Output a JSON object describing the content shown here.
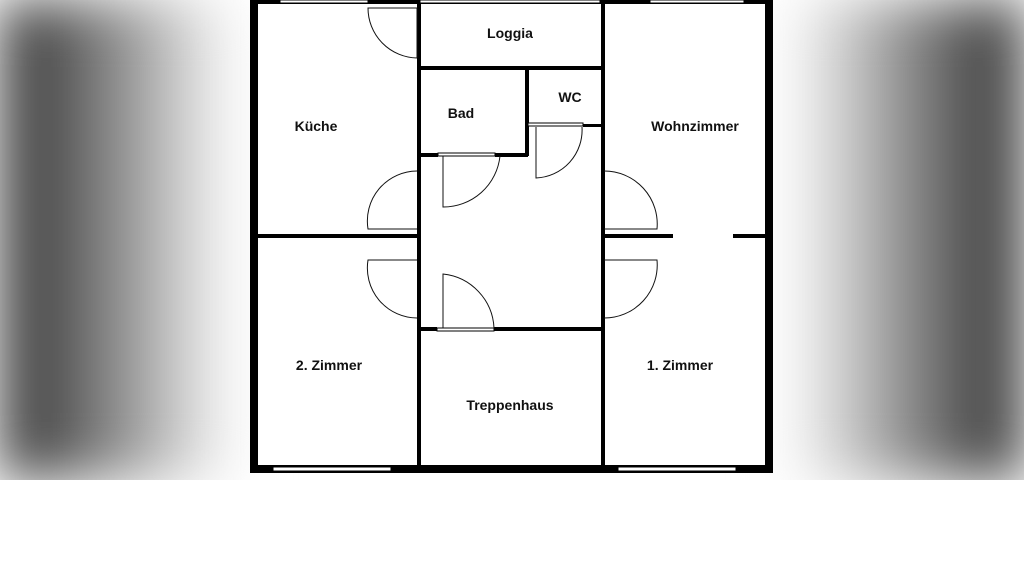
{
  "floorplan": {
    "rooms": {
      "loggia": "Loggia",
      "kueche": "Küche",
      "bad": "Bad",
      "wc": "WC",
      "wohnzimmer": "Wohnzimmer",
      "zimmer2": "2. Zimmer",
      "zimmer1": "1. Zimmer",
      "treppenhaus": "Treppenhaus"
    },
    "colors": {
      "wall": "#000000",
      "background": "#ffffff"
    }
  }
}
